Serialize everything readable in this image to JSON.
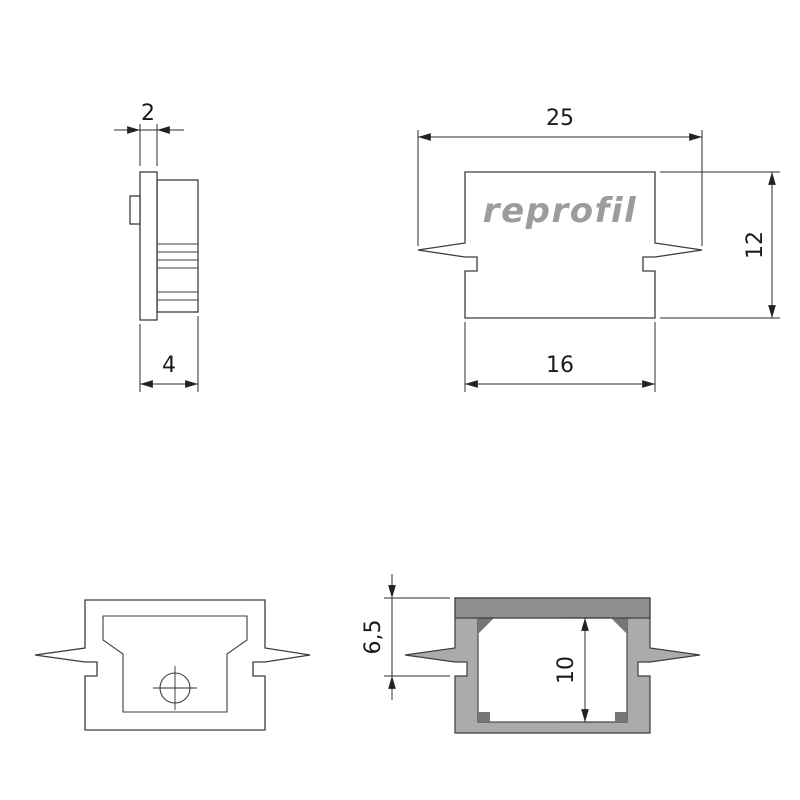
{
  "logo": {
    "text": "reprofil"
  },
  "views": {
    "side": {
      "dim_width": "2",
      "dim_depth": "4"
    },
    "front": {
      "dim_width": "25",
      "dim_height": "12",
      "dim_bottom_width": "16"
    },
    "section": {
      "dim_top_height": "6,5",
      "dim_inner_height": "10"
    }
  }
}
